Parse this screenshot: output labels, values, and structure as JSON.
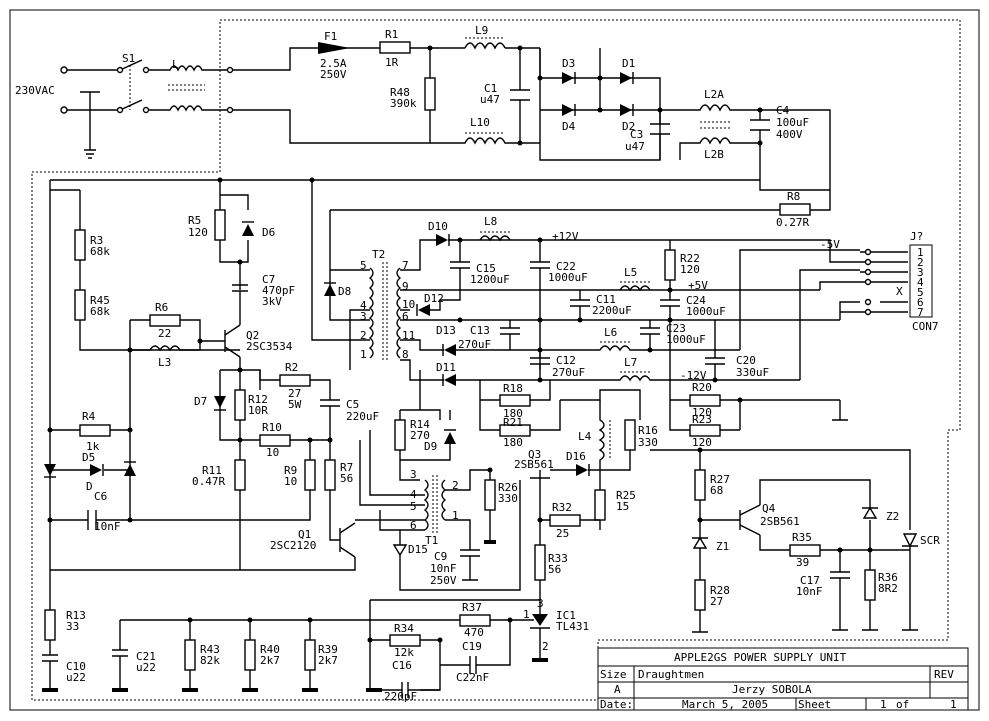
{
  "title_block": {
    "title": "APPLE2GS POWER SUPPLY UNIT",
    "size_label": "Size",
    "size_value": "A",
    "draughtmen_label": "Draughtmen",
    "draughtmen_value": "Jerzy SOBOLA",
    "rev_label": "REV",
    "date_label": "Date:",
    "date_value": "March  5, 2005",
    "sheet_label": "Sheet",
    "sheet_value": "1",
    "of_label": "of",
    "of_value": "1"
  },
  "input": {
    "label": "230VAC",
    "switch": "S1",
    "choke": "L"
  },
  "labels": {
    "F1": "F1",
    "F1_v1": "2.5A",
    "F1_v2": "250V",
    "R1": "R1",
    "R1_v": "1R",
    "R48": "R48",
    "R48_v": "390k",
    "L9": "L9",
    "L10": "L10",
    "C1": "C1",
    "C1_v": "u47",
    "D1": "D1",
    "D2": "D2",
    "D3": "D3",
    "D4": "D4",
    "C3": "C3",
    "C3_v": "u47",
    "L2A": "L2A",
    "L2B": "L2B",
    "C4": "C4",
    "C4_v1": "100uF",
    "C4_v2": "400V",
    "R8": "R8",
    "R8_v": "0.27R",
    "R5": "R5",
    "R5_v": "120",
    "D6": "D6",
    "R3": "R3",
    "R3_v": "68k",
    "R45": "R45",
    "R45_v": "68k",
    "C7": "C7",
    "C7_v1": "470pF",
    "C7_v2": "3kV",
    "R6": "R6",
    "R6_v": "22",
    "L3": "L3",
    "Q2": "Q2",
    "Q2_v": "2SC3534",
    "D8": "D8",
    "T2": "T2",
    "D7": "D7",
    "R12": "R12",
    "R12_v": "10R",
    "R2": "R2",
    "R2_v1": "27",
    "R2_v2": "5W",
    "C5": "C5",
    "C5_v": "220uF",
    "R4": "R4",
    "R4_v": "1k",
    "D5": "D5",
    "D": "D",
    "R10": "R10",
    "R10_v": "10",
    "R11": "R11",
    "R11_v": "0.47R",
    "R9": "R9",
    "R9_v": "10",
    "R7": "R7",
    "R7_v": "56",
    "C6": "C6",
    "C6_v": "10nF",
    "Q1": "Q1",
    "Q1_v": "2SC2120",
    "R14": "R14",
    "R14_v": "270",
    "D9": "D9",
    "T1": "T1",
    "D15": "D15",
    "C9": "C9",
    "C9_v1": "10nF",
    "C9_v2": "250V",
    "R26": "R26",
    "R26_v": "330",
    "D10": "D10",
    "D11": "D11",
    "D12": "D12",
    "D13": "D13",
    "L8": "L8",
    "p12": "+12V",
    "C15": "C15",
    "C15_v": "1200uF",
    "C22": "C22",
    "C22_v": "1000uF",
    "C11": "C11",
    "C11_v": "2200uF",
    "C13": "C13",
    "C13_v": "270uF",
    "C12": "C12",
    "C12_v": "270uF",
    "L5": "L5",
    "p5": "+5V",
    "R22": "R22",
    "R22_v": "120",
    "C24": "C24",
    "C24_v": "1000uF",
    "L6": "L6",
    "C23": "C23",
    "C23_v": "1000uF",
    "L7": "L7",
    "m12": "-12V",
    "C20": "C20",
    "C20_v": "330uF",
    "m5": "-5V",
    "R18": "R18",
    "R18_v": "180",
    "R21": "R21",
    "R21_v": "180",
    "R20": "R20",
    "R20_v": "120",
    "R23": "R23",
    "R23_v": "120",
    "Q3": "Q3",
    "Q3_v": "2SB561",
    "D16": "D16",
    "L4": "L4",
    "R16": "R16",
    "R16_v": "330",
    "R25": "R25",
    "R25_v": "15",
    "R32": "R32",
    "R32_v": "25",
    "R33": "R33",
    "R33_v": "56",
    "R27": "R27",
    "R27_v": "68",
    "Q4": "Q4",
    "Q4_v": "2SB561",
    "Z1": "Z1",
    "Z2": "Z2",
    "R28": "R28",
    "R28_v": "27",
    "R35": "R35",
    "R35_v": "39",
    "C17": "C17",
    "C17_v": "10nF",
    "R36": "R36",
    "R36_v": "8R2",
    "SCR": "SCR",
    "R13": "R13",
    "R13_v": "33",
    "C10": "C10",
    "C10_v": "u22",
    "C21": "C21",
    "C21_v": "u22",
    "R43": "R43",
    "R43_v": "82k",
    "R40": "R40",
    "R40_v": "2k7",
    "R39": "R39",
    "R39_v": "2k7",
    "R37": "R37",
    "R37_v": "470",
    "R34": "R34",
    "R34_v": "12k",
    "C19": "C19",
    "C19_v": "C22nF",
    "C16": "C16",
    "C16_v": "220pF",
    "IC1": "IC1",
    "IC1_v": "TL431",
    "p1": "1",
    "p2": "2",
    "p3": "3",
    "con": "J?",
    "con_name": "CON7",
    "x_mark": "X"
  },
  "connector_pins": [
    "1",
    "2",
    "3",
    "4",
    "5",
    "6",
    "7"
  ],
  "transformer_pins": {
    "t2": [
      "5",
      "4",
      "3",
      "2",
      "1",
      "7",
      "9",
      "10",
      "6",
      "11",
      "8"
    ],
    "t1": [
      "3",
      "4",
      "5",
      "6",
      "2",
      "1"
    ]
  }
}
